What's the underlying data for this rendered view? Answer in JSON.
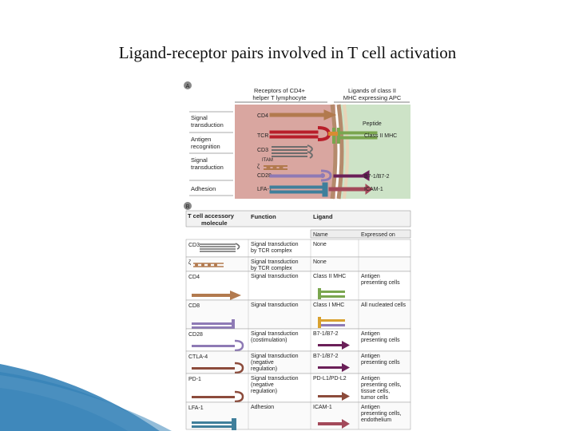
{
  "slide": {
    "title": "Ligand-receptor pairs involved in T cell activation"
  },
  "panel_a": {
    "letter": "A",
    "receptors_header": [
      "Receptors of CD4+",
      "helper T lymphocyte"
    ],
    "ligands_header": [
      "Ligands of class II",
      "MHC expressing APC"
    ],
    "functions": [
      [
        "Signal",
        "transduction"
      ],
      [
        "Antigen",
        "recognition"
      ],
      [
        "Signal",
        "transduction"
      ],
      [
        "Adhesion"
      ]
    ],
    "receptor_labels": {
      "cd4": "CD4",
      "tcr": "TCR",
      "cd3": "CD3",
      "itam": "ITAM",
      "zeta": "ζ",
      "cd28": "CD28",
      "lfa1": "LFA-1"
    },
    "ligand_labels": {
      "peptide": "Peptide",
      "mhc2": "Class II MHC",
      "b7": "B7-1/B7-2",
      "icam": "ICAM-1"
    },
    "colors": {
      "tcell": "#d9a6a0",
      "apc": "#cde3c7",
      "membrane": "#b58a6c",
      "cd4": "#b27a4e",
      "tcr": "#b81e2a",
      "cd3": "#6d6d6d",
      "cd28": "#8e7ab5",
      "lfa1": "#3f7f9b",
      "mhc": "#7aa64f",
      "b7": "#6a1f58",
      "icam": "#a3495a"
    }
  },
  "panel_b": {
    "letter": "B",
    "headers": {
      "molecule": [
        "T cell accessory",
        "molecule"
      ],
      "function": "Function",
      "ligand": "Ligand",
      "name": "Name",
      "expressed": "Expressed on"
    },
    "rows": [
      {
        "molecule": "CD3",
        "function": [
          "Signal transduction",
          "by TCR complex"
        ],
        "name": "None",
        "expressed": [],
        "icon": "cd3",
        "color": "#6d6d6d",
        "ligand_icon": ""
      },
      {
        "molecule": "ζ",
        "function": [
          "Signal transduction",
          "by TCR complex"
        ],
        "name": "None",
        "expressed": [],
        "icon": "zeta",
        "color": "#b27a4e",
        "ligand_icon": ""
      },
      {
        "molecule": "CD4",
        "function": [
          "Signal transduction"
        ],
        "name": "Class II MHC",
        "expressed": [
          "Antigen",
          "presenting cells"
        ],
        "icon": "cd4",
        "color": "#b27a4e",
        "ligand_icon": "mhc2"
      },
      {
        "molecule": "CD8",
        "function": [
          "Signal transduction"
        ],
        "name": "Class I MHC",
        "expressed": [
          "All nucleated cells"
        ],
        "icon": "cd8",
        "color": "#8e7ab5",
        "ligand_icon": "mhc1"
      },
      {
        "molecule": "CD28",
        "function": [
          "Signal transduction",
          "(costimulation)"
        ],
        "name": "B7-1/B7-2",
        "expressed": [
          "Antigen",
          "presenting cells"
        ],
        "icon": "fork",
        "color": "#8e7ab5",
        "ligand_icon": "b7"
      },
      {
        "molecule": "CTLA-4",
        "function": [
          "Signal transduction",
          "(negative",
          "regulation)"
        ],
        "name": "B7-1/B7-2",
        "expressed": [
          "Antigen",
          "presenting cells"
        ],
        "icon": "fork",
        "color": "#8c4b3b",
        "ligand_icon": "b7"
      },
      {
        "molecule": "PD-1",
        "function": [
          "Signal transduction",
          "(negative",
          "regulation)"
        ],
        "name": "PD-L1/PD-L2",
        "expressed": [
          "Antigen",
          "presenting cells,",
          "tissue cells,",
          "tumor cells"
        ],
        "icon": "fork",
        "color": "#8c4b3b",
        "ligand_icon": "pdl"
      },
      {
        "molecule": "LFA-1",
        "function": [
          "Adhesion"
        ],
        "name": "ICAM-1",
        "expressed": [
          "Antigen",
          "presenting cells,",
          "endothelium"
        ],
        "icon": "lfa",
        "color": "#3f7f9b",
        "ligand_icon": "icam"
      }
    ]
  },
  "decoration": {
    "swoosh_color": "#2a7bb4"
  }
}
